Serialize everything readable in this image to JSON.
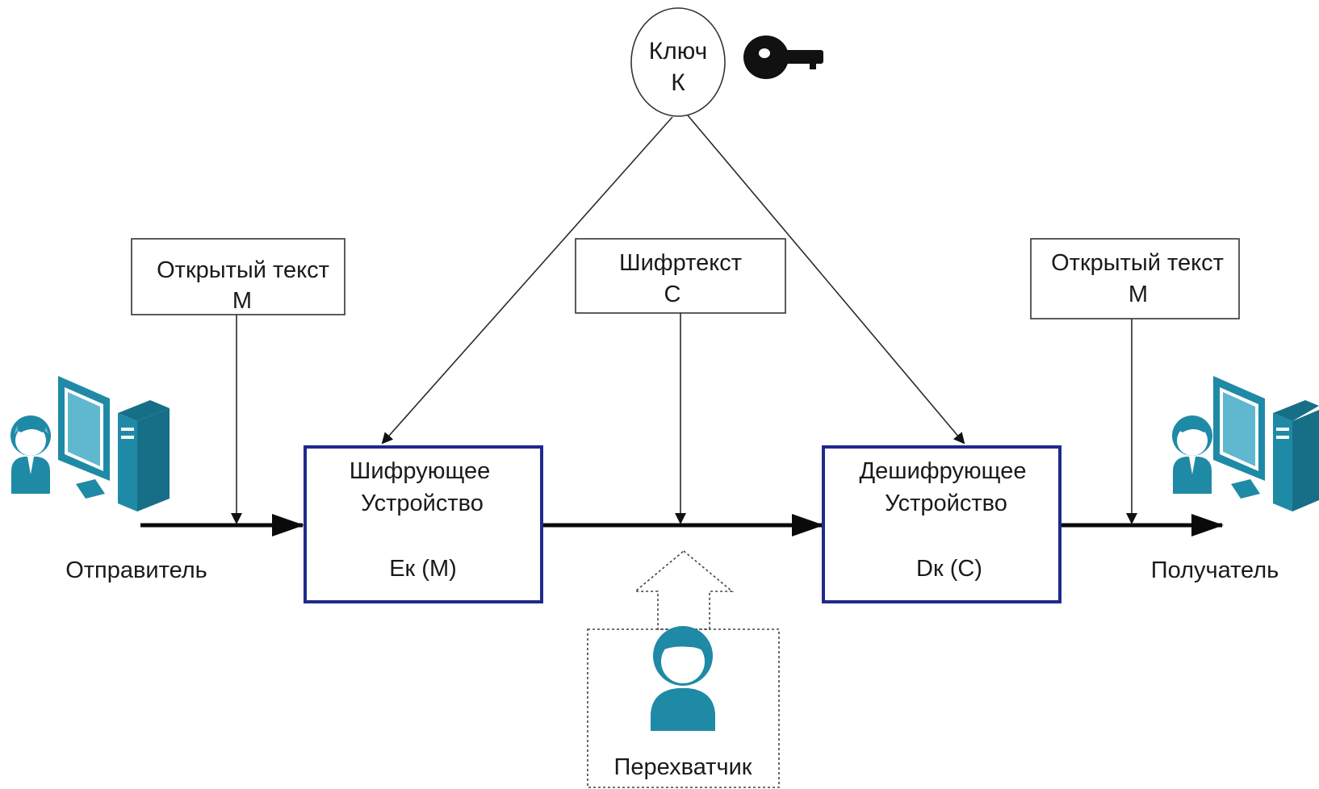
{
  "key": {
    "line1": "Ключ",
    "line2": "К"
  },
  "plaintext_left": {
    "line1": "Открытый текст",
    "line2": "М"
  },
  "ciphertext": {
    "line1": "Шифртекст",
    "line2": "С"
  },
  "plaintext_right": {
    "line1": "Открытый текст",
    "line2": "М"
  },
  "encryptor": {
    "line1": "Шифрующее",
    "line2": "Устройство",
    "formula": "Ек (М)"
  },
  "decryptor": {
    "line1": "Дешифрующее",
    "line2": "Устройство",
    "formula": "Dк (С)"
  },
  "sender": {
    "label": "Отправитель"
  },
  "receiver": {
    "label": "Получатель"
  },
  "interceptor": {
    "label": "Перехватчик"
  },
  "colors": {
    "device_border": "#1f2a8c",
    "person_icon": "#1f8aa6",
    "main_arrow": "#0a0a0a"
  },
  "icons": {
    "key": "key-icon",
    "sender": "user-computer-icon",
    "receiver": "user-computer-icon",
    "interceptor": "user-icon"
  }
}
